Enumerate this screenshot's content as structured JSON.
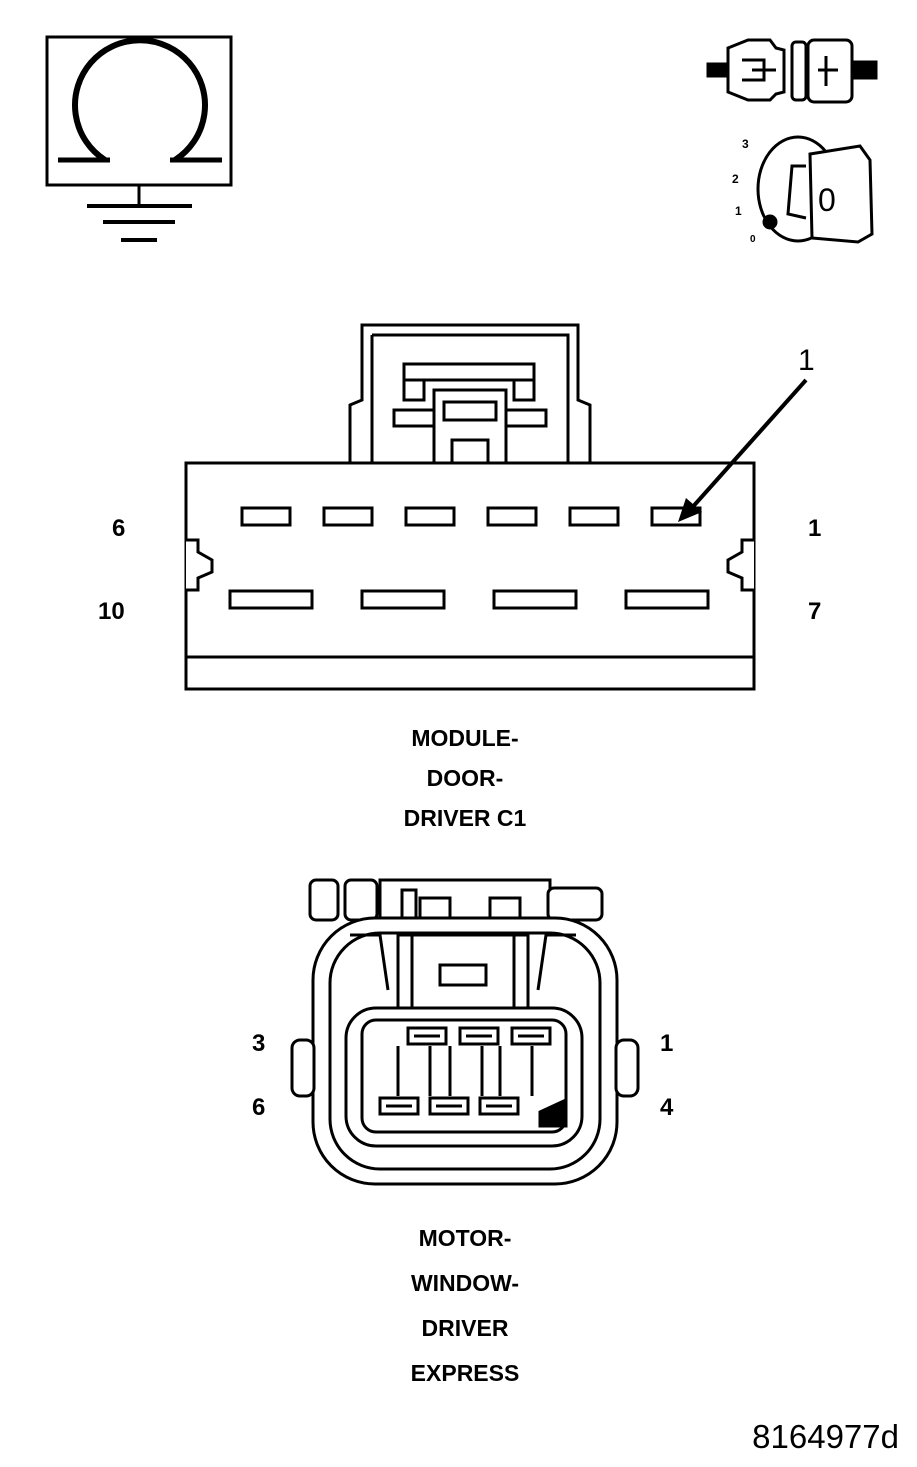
{
  "icons": {
    "ohmmeter": "ohmmeter-ground-icon",
    "disconnect": "disconnect-connector-icon",
    "ignition": "ignition-key-off-icon"
  },
  "ignition": {
    "positions": [
      "3",
      "2",
      "1",
      "0"
    ],
    "key_label": "0"
  },
  "connector_c1": {
    "callout": "1",
    "pin_top_left": "6",
    "pin_top_right": "1",
    "pin_bottom_left": "10",
    "pin_bottom_right": "7",
    "caption": [
      "MODULE-",
      "DOOR-",
      "DRIVER C1"
    ]
  },
  "connector_motor": {
    "pin_top_left": "3",
    "pin_top_right": "1",
    "pin_bottom_left": "6",
    "pin_bottom_right": "4",
    "caption": [
      "MOTOR-",
      "WINDOW-",
      "DRIVER",
      "EXPRESS"
    ]
  },
  "figure_id": "8164977d"
}
